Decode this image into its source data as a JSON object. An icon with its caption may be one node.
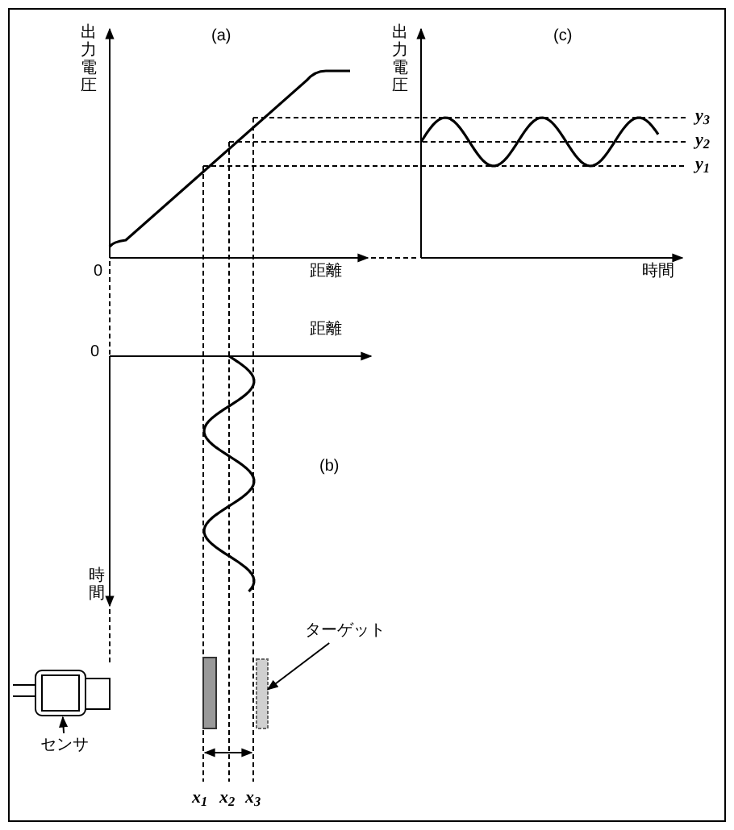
{
  "diagram": {
    "nodes": [
      {
        "text": [
          "センサ"
        ]
      },
      {
        "text": [],
        "shape": "picture"
      },
      {
        "text": [
          "ターゲット"
        ]
      },
      {
        "text": [],
        "shape": "bar"
      }
    ],
    "edges": [
      {
        "from": 0,
        "to": 1,
        "arrow": "to"
      },
      {
        "from": 2,
        "to": 3,
        "arrow": "to"
      }
    ],
    "labels": [
      "(a)",
      "出力電圧",
      "0",
      "距離",
      "(c)",
      "出力電圧",
      "y$_{3}$",
      "y$_{2}$",
      "y$_{1}$",
      "時間",
      "距離",
      "0",
      "(b)",
      "時間",
      "x$_{1}$",
      "x$_{2}$",
      "x$_{3}$"
    ]
  }
}
